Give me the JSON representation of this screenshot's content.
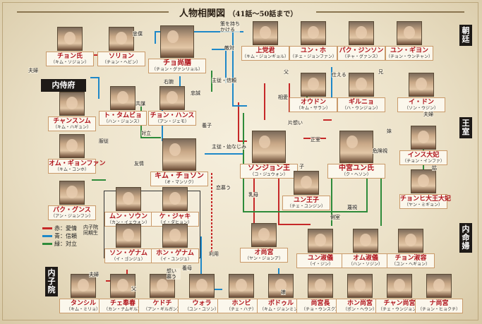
{
  "title": {
    "main": "人物相関図",
    "sub": "（41話～50話まで）"
  },
  "sections": {
    "chotei": "朝廷",
    "naijifu": "内侍府",
    "oushitsu": "王室",
    "naimeifu": "内命婦",
    "naishiin": "内子院"
  },
  "legend": {
    "red": "赤：愛情",
    "blue": "青：信頼",
    "green": "緑：対立"
  },
  "group_label": "内子院\n同期生",
  "colors": {
    "love": "#c62828",
    "trust": "#1e88c8",
    "conflict": "#2e8b3a"
  },
  "people": {
    "chon_ssi": {
      "name": "チョン氏",
      "reading": "（キム・ソジョン）"
    },
    "sorion": {
      "name": "ソリョン",
      "reading": "（チョン・ヘビン）"
    },
    "cho_chigyon": {
      "name": "チョ尚膳",
      "reading": "（チョン・グァンリョル）"
    },
    "sangdang": {
      "name": "上党君",
      "reading": "（キム・ジョンギョル）"
    },
    "yun_ho": {
      "name": "ユン・ホ",
      "reading": "（チェ・ジョンファン）"
    },
    "park_jinson": {
      "name": "パク・ジンソン",
      "reading": "（チャ・グァンス）"
    },
    "yun_giyon": {
      "name": "ユン・ギヨン",
      "reading": "（チョン・ウンチャン）"
    },
    "chansumu": {
      "name": "チャンスンム",
      "reading": "（キム・ハギュン）"
    },
    "to_tamo": {
      "name": "ト・タムビョ",
      "reading": "（ハン・ジョンス）"
    },
    "chon_hansu": {
      "name": "チョン・ハンス",
      "reading": "（アン・ジェモ）"
    },
    "odon": {
      "name": "オウドン",
      "reading": "（キム・サラン）"
    },
    "girun": {
      "name": "ギルニョ",
      "reading": "（ハ・ウンジョン）"
    },
    "idon": {
      "name": "イ・ドン",
      "reading": "（ソン・ウジン）"
    },
    "om_gyon": {
      "name": "オム・ギョンファン",
      "reading": "（キム・コンホ）"
    },
    "kim_cheson": {
      "name": "キム・チョソン",
      "reading": "（オ・マンソク）"
    },
    "sonjong": {
      "name": "ソンジョン王",
      "reading": "（コ・ジュウォン）"
    },
    "yun_ssi": {
      "name": "中宮ユン氏",
      "reading": "（ク・ヘソン）"
    },
    "insu": {
      "name": "インス大妃",
      "reading": "（チョン・インファ）"
    },
    "park_gunsu": {
      "name": "パク・グンス",
      "reading": "（アン・ジョンフン）"
    },
    "mun_yun": {
      "name": "ムン・ソウン",
      "reading": "（カン・イェウォン）"
    },
    "kejaku": {
      "name": "ケ・ジャキ",
      "reading": "（イ・ダヒョン）"
    },
    "yun_ojo": {
      "name": "ユン王子",
      "reading": "（チェ・ユンジン）"
    },
    "chon_heui": {
      "name": "チョンヒ大王大妃",
      "reading": "（ヤン・ミギョン）"
    },
    "son_genam": {
      "name": "ソン・ゲナム",
      "reading": "（イ・ゴンジュ）"
    },
    "hon_genam": {
      "name": "ホン・ゲナム",
      "reading": "（イ・ユンジュ）"
    },
    "o_sangung": {
      "name": "オ尚宮",
      "reading": "（ヤン・ジョンア）"
    },
    "yun_sug": {
      "name": "ユン淑儀",
      "reading": "（イ・ジン）"
    },
    "om_sug": {
      "name": "オム淑儀",
      "reading": "（ハン・ソジン）"
    },
    "chon_sug": {
      "name": "チョン淑容",
      "reading": "（ユン・ヘギョン）"
    },
    "tansil": {
      "name": "タンシル",
      "reading": "（キム・ミリョ）"
    },
    "che_bonsu": {
      "name": "チェ奉春",
      "reading": "（カン・ナムギル）"
    },
    "kedeoki": {
      "name": "ケドチ",
      "reading": "（アン・ギルガン）"
    },
    "ura": {
      "name": "ウォラ",
      "reading": "（ユン・ユソン）"
    },
    "honbi": {
      "name": "ホンビ",
      "reading": "（チェ・ハナ）"
    },
    "bodlu": {
      "name": "ボドゥル",
      "reading": "（キム・ジョンミン）"
    },
    "sangung_cho": {
      "name": "尚宮長",
      "reading": "（チョ・ウンスク）"
    },
    "hon_sangung": {
      "name": "ホン尚宮",
      "reading": "（ポン・ヘウン）"
    },
    "chan_sangung": {
      "name": "チャン尚宮",
      "reading": "（チェ・ウンジョン）"
    },
    "na_sangung": {
      "name": "ナ尚宮",
      "reading": "（チョン・ヒョクチ）"
    }
  },
  "relations": {
    "husband_wife": "夫婦",
    "loyal_servant": "忠僕",
    "hold_needle": "策を持ちかける",
    "hostile": "敵対",
    "right_arm": "右腕",
    "loyalty": "忠誠",
    "conspiracy": "共謀",
    "master_servant": "主従・信頼",
    "father": "父",
    "serve": "仕える",
    "older_brother": "兄",
    "mutual_love": "相愛",
    "husband_wife2": "夫婦",
    "one_sided": "片想い",
    "queen": "正室",
    "sister": "妹",
    "danger": "危険視",
    "adoptive": "養子",
    "subordinate": "主従・幼なじみ",
    "friend": "友情",
    "opposition": "対立",
    "obey": "服従",
    "child": "子",
    "granddaughter_in_law": "姑",
    "love_yearning": "恋慕う",
    "wet_nurse": "乳母",
    "contempt": "蔑視",
    "side_room": "側室",
    "use": "利用",
    "adopted_mother": "養母",
    "husband_wife3": "夫婦",
    "father2": "父",
    "yearning": "想い慕う",
    "daughter": "娘"
  }
}
